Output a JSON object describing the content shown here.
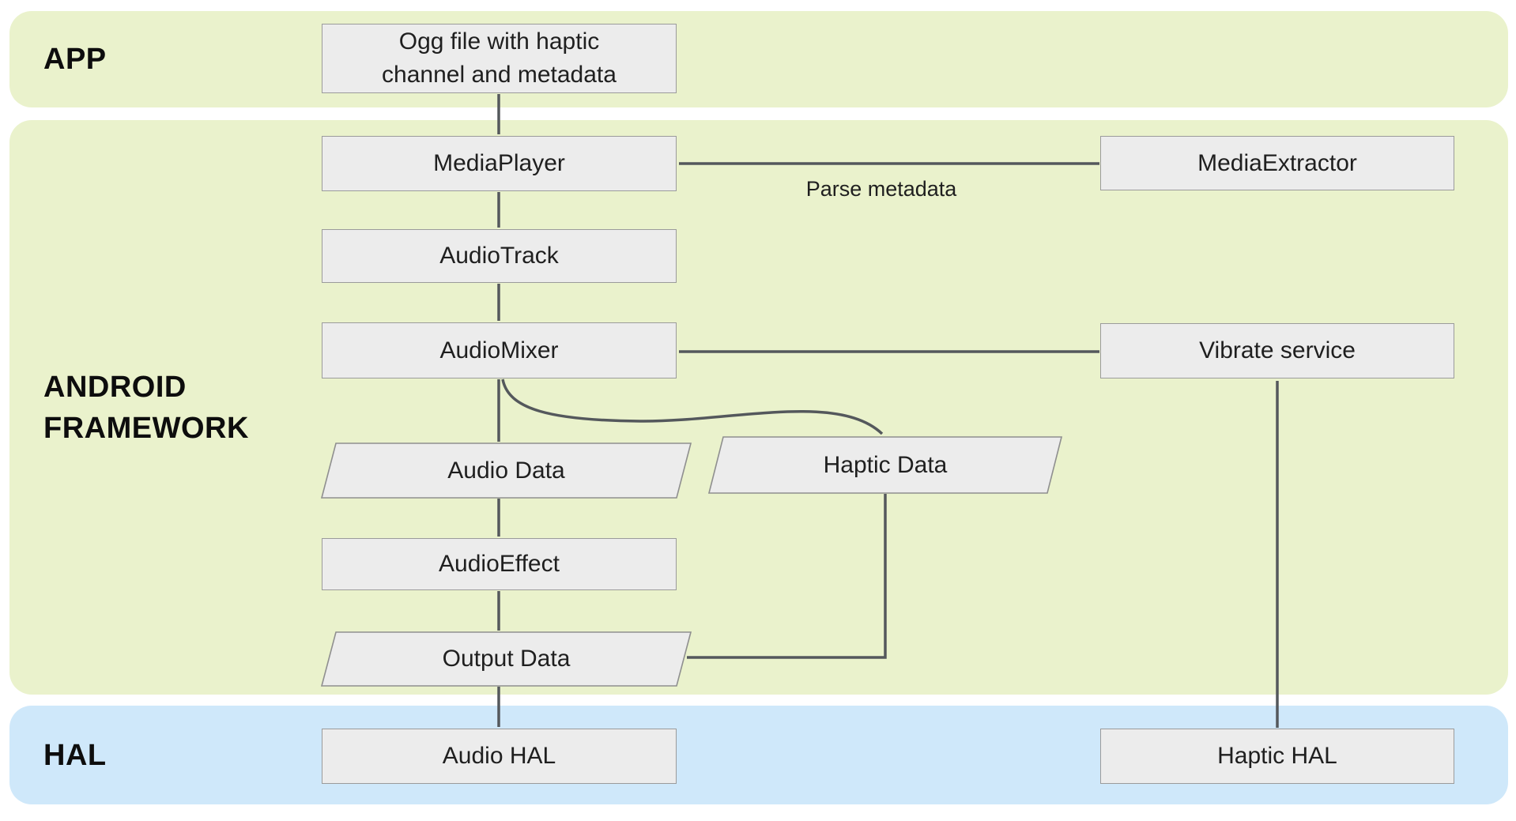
{
  "bands": {
    "app": {
      "label": "APP"
    },
    "framework": {
      "label": "ANDROID FRAMEWORK"
    },
    "hal": {
      "label": "HAL"
    }
  },
  "nodes": {
    "ogg_file": "Ogg file with haptic\nchannel and metadata",
    "media_player": "MediaPlayer",
    "media_extractor": "MediaExtractor",
    "audio_track": "AudioTrack",
    "audio_mixer": "AudioMixer",
    "vibrate_service": "Vibrate service",
    "audio_data": "Audio Data",
    "haptic_data": "Haptic Data",
    "audio_effect": "AudioEffect",
    "output_data": "Output Data",
    "audio_hal": "Audio HAL",
    "haptic_hal": "Haptic HAL"
  },
  "edge_labels": {
    "parse_metadata": "Parse metadata"
  },
  "colors": {
    "band_green": "#eaf2cc",
    "band_blue": "#cfe8fa",
    "box_fill": "#ececec",
    "box_border": "#9b9b9b",
    "arrow": "#54585c",
    "text": "#1f1f1f"
  }
}
